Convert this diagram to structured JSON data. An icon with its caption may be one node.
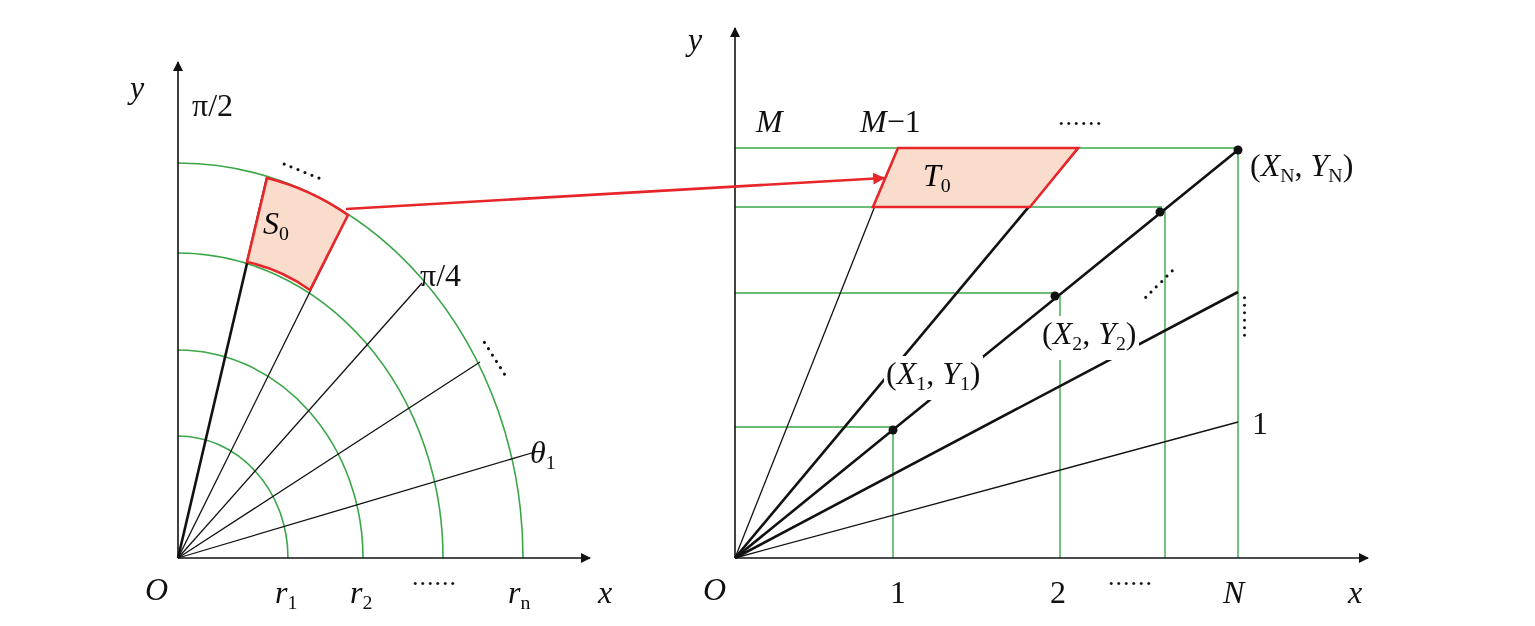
{
  "diagram": {
    "nodes": [
      {
        "text": [
          "*S*$_{0}$"
        ]
      },
      {
        "text": [
          "*T*$_{0}$"
        ]
      }
    ],
    "edges": [
      {
        "from": 0,
        "to": 1,
        "arrow": "to",
        "color": "#e8262a"
      }
    ],
    "labels": [
      "*y*",
      "π/2",
      "......",
      "π/4",
      "......",
      "*θ*$_{1}$",
      "*O*",
      "*r*$_{1}$",
      "*r*$_{2}$",
      "......",
      "*r*$_{n}$",
      "*x*",
      "*y*",
      "*M*",
      "*M*−1",
      "......",
      "(*X*$_{N}$, *Y*$_{N}$)",
      "......",
      "(*X*$_{2}$, *Y*$_{2}$)",
      "......",
      "(*X*$_{1}$, *Y*$_{1}$)",
      "1",
      "*O*",
      "1",
      "2",
      "......",
      "*N*",
      "*x*"
    ]
  }
}
